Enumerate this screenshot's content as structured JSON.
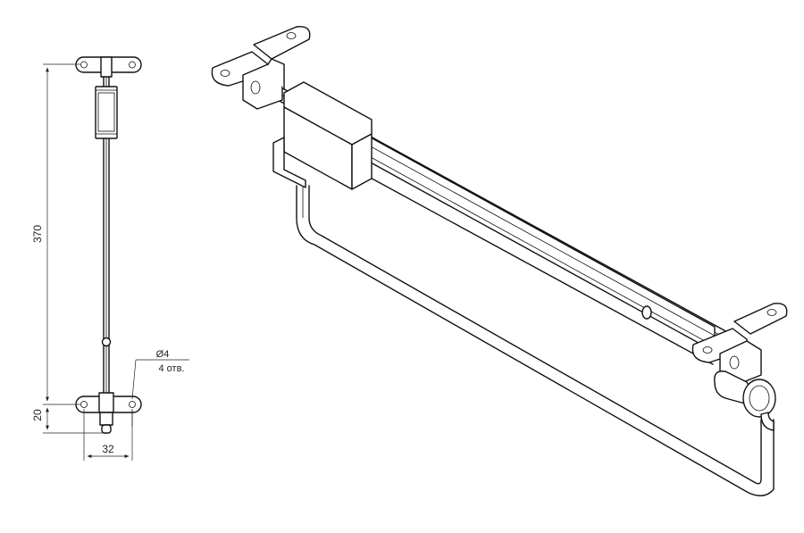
{
  "dimensions": {
    "height_label": "370",
    "bracket_label": "20",
    "width_label": "32",
    "hole_diameter_label": "Ø4",
    "hole_count_label": "4 отв."
  }
}
